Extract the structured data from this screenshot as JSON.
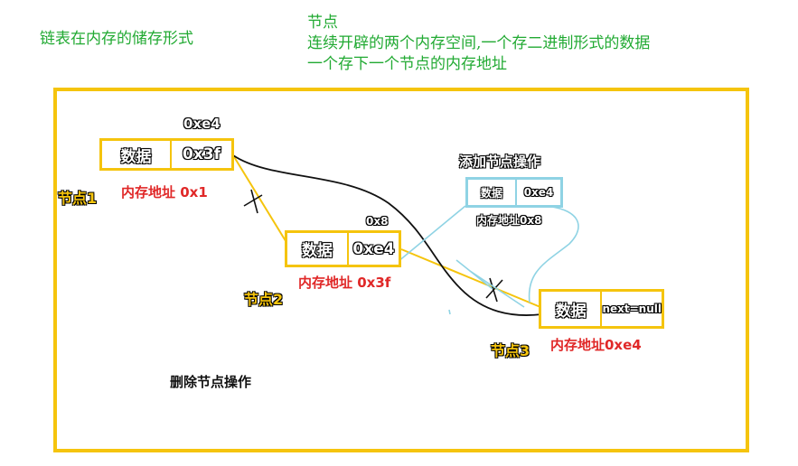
{
  "header": {
    "title": "链表在内存的储存形式",
    "definition_title": "节点",
    "definition_line1": "连续开辟的两个内存空间,一个存二进制形式的数据",
    "definition_line2": "一个存下一个节点的内存地址"
  },
  "nodes": [
    {
      "name": "节点1",
      "data_label": "数据",
      "pointer_label": "0x3f",
      "address_label": "内存地址 0x1",
      "above_label": "0xe4"
    },
    {
      "name": "节点2",
      "data_label": "数据",
      "pointer_label": "0xe4",
      "address_label": "内存地址 0x3f",
      "above_label": "0x8"
    },
    {
      "name": "节点3",
      "data_label": "数据",
      "pointer_label": "next=null",
      "address_label": "内存地址0xe4"
    }
  ],
  "add_node": {
    "title": "添加节点操作",
    "data_label": "数据",
    "pointer_label": "0xe4",
    "address_label": "内存地址0x8"
  },
  "delete_label": "删除节点操作",
  "colors": {
    "frame": "#f5c40d",
    "node_border": "#f5c40d",
    "add_node_border": "#8fd3e4",
    "title_text": "#22aa33",
    "address_text": "#e02828"
  }
}
